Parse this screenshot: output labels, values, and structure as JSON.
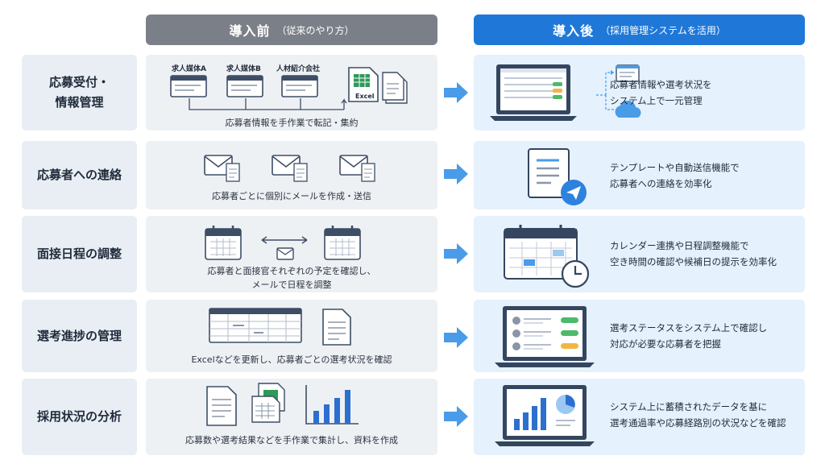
{
  "header": {
    "before_main": "導入前",
    "before_sub": "（従来のやり方）",
    "after_main": "導入後",
    "after_sub": "（採用管理システムを活用）"
  },
  "rows": [
    {
      "label_lines": [
        "応募受付・",
        "情報管理"
      ],
      "before": {
        "media_labels": [
          "求人媒体A",
          "求人媒体B",
          "人材紹介会社"
        ],
        "excel_label": "Excel",
        "caption_lines": [
          "応募者情報を手作業で転記・集約"
        ]
      },
      "after_lines": [
        "応募者情報や選考状況を",
        "システム上で一元管理"
      ]
    },
    {
      "label_lines": [
        "応募者への連絡"
      ],
      "before": {
        "caption_lines": [
          "応募者ごとに個別にメールを作成・送信"
        ]
      },
      "after_lines": [
        "テンプレートや自動送信機能で",
        "応募者への連絡を効率化"
      ]
    },
    {
      "label_lines": [
        "面接日程の調整"
      ],
      "before": {
        "caption_lines": [
          "応募者と面接官それぞれの予定を確認し、",
          "メールで日程を調整"
        ]
      },
      "after_lines": [
        "カレンダー連携や日程調整機能で",
        "空き時間の確認や候補日の提示を効率化"
      ]
    },
    {
      "label_lines": [
        "選考進捗の管理"
      ],
      "before": {
        "caption_lines": [
          "Excelなどを更新し、応募者ごとの選考状況を確認"
        ]
      },
      "after_lines": [
        "選考ステータスをシステム上で確認し",
        "対応が必要な応募者を把握"
      ]
    },
    {
      "label_lines": [
        "採用状況の分析"
      ],
      "before": {
        "caption_lines": [
          "応募数や選考結果などを手作業で集計し、資料を作成"
        ]
      },
      "after_lines": [
        "システム上に蓄積されたデータを基に",
        "選考通過率や応募経路別の状況などを確認"
      ]
    }
  ],
  "colors": {
    "before_header": "#7b8088",
    "after_header": "#1f78d8",
    "arrow": "#4a9be8",
    "label_bg": "#e9eef4",
    "before_bg": "#eef1f4",
    "after_bg": "#e5f1fc"
  },
  "icons": {
    "row1_before": [
      "browser-window-icon",
      "excel-file-icon",
      "document-icon"
    ],
    "row1_after": [
      "laptop-dashboard-icon",
      "cloud-icon",
      "browser-window-icon"
    ],
    "row2_before": [
      "envelope-icon",
      "document-icon"
    ],
    "row2_after": [
      "document-icon",
      "send-paper-plane-icon"
    ],
    "row3_before": [
      "calendar-icon",
      "double-arrow-icon",
      "envelope-icon"
    ],
    "row3_after": [
      "calendar-icon",
      "clock-icon"
    ],
    "row4_before": [
      "spreadsheet-icon",
      "document-icon"
    ],
    "row4_after": [
      "laptop-status-list-icon"
    ],
    "row5_before": [
      "document-icon",
      "spreadsheet-icon",
      "bar-chart-icon"
    ],
    "row5_after": [
      "laptop-analytics-icon"
    ]
  }
}
